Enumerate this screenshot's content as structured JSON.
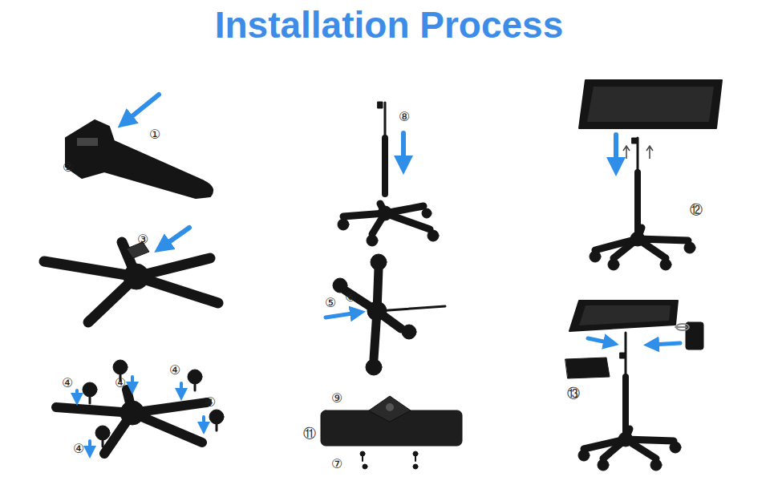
{
  "diagram": {
    "title": "Installation Process",
    "nodes": [
      {
        "text": [
          "1"
        ]
      },
      {
        "text": [
          "2"
        ]
      },
      {
        "text": [
          "3"
        ]
      }
    ],
    "labels": [
      "①",
      "②",
      "③",
      "④",
      "④",
      "④",
      "④",
      "④",
      "⑧",
      "⑤",
      "⑥",
      "⑨",
      "⑪",
      "⑦",
      "⑫",
      "⑬"
    ]
  }
}
